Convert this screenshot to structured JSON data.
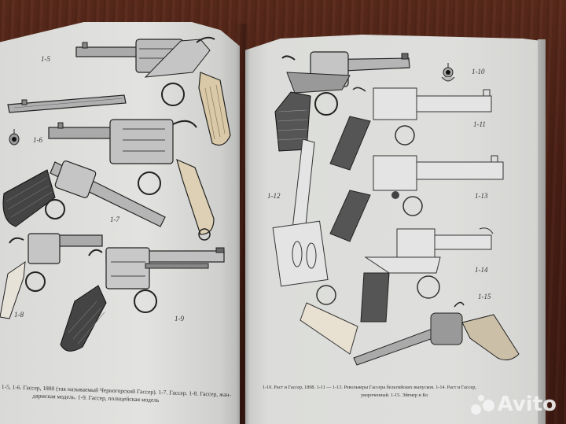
{
  "photo": {
    "subject": "open book with revolver illustrations",
    "background": "wooden table"
  },
  "left_page": {
    "figure_labels": [
      "1-5",
      "1-6",
      "1-7",
      "1-8",
      "1-9"
    ],
    "caption_line1": "1-5, 1-6. Гассер, 1880 (так называемый Черногорский Гассер). 1-7. Гассер. 1-8. Гассер, жан-",
    "caption_line2": "дармская модель. 1-9. Гассер, полицейская модель"
  },
  "right_page": {
    "figure_labels": [
      "1-10",
      "1-11",
      "1-12",
      "1-13",
      "1-14",
      "1-15"
    ],
    "caption_line1": "1-10. Раст и Гассер, 1898. 1-11 — 1-13. Револьверы Гассера бельгийских выпусков. 1-14. Раст и Гассер,",
    "caption_line2": "укороченный. 1-15. Эйгмер и Ко"
  },
  "watermark": {
    "text": "Avito",
    "icon": "avito-dots-icon"
  },
  "colors": {
    "paper": "#dedfdc",
    "ink": "#2a2a2a",
    "wood": "#4a1f14"
  }
}
